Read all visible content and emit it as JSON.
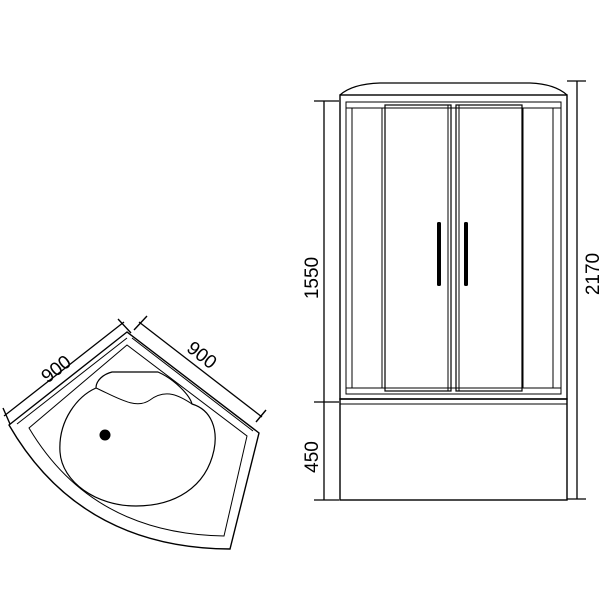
{
  "top_view": {
    "left_side_length": "900",
    "right_side_length": "900"
  },
  "front_view": {
    "cabin_height": "1550",
    "tray_height": "450",
    "total_height": "2170"
  },
  "colors": {
    "line": "#000000",
    "background": "#ffffff"
  }
}
